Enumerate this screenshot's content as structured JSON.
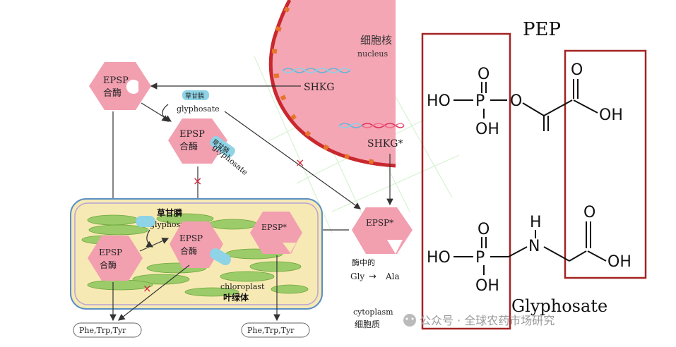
{
  "nucleus": {
    "title_cn": "细胞核",
    "title_en": "nucleus"
  },
  "genes": {
    "native": "SHKG",
    "mutant": "SHKG*"
  },
  "enzyme": {
    "line1": "EPSP",
    "line2": "合酶",
    "mutant": "EPSP*"
  },
  "glyphosate": {
    "cn": "草甘膦",
    "en": "glyphosate"
  },
  "chloroplast": {
    "en": "chloroplast",
    "cn": "叶绿体"
  },
  "cytoplasm": {
    "en": "cytoplasm",
    "cn": "细胞质"
  },
  "reaction": {
    "label": "酶中的",
    "from": "Gly",
    "arrow": "→",
    "to": "Ala"
  },
  "products": {
    "left": "Phe,Trp,Tyr",
    "right": "Phe,Trp,Tyr"
  },
  "structures": {
    "pep_title": "PEP",
    "glyphosate_title": "Glyphosate",
    "pep": {
      "ho": "HO",
      "p": "P",
      "o_top": "O",
      "oh": "OH",
      "o_bridge": "O",
      "acid_o": "O",
      "acid_oh": "OH"
    },
    "gly": {
      "ho": "HO",
      "p": "P",
      "o_top": "O",
      "oh": "OH",
      "h": "H",
      "n": "N",
      "acid_o": "O",
      "acid_oh": "OH"
    }
  },
  "watermark": "公众号 · 全球农药市场研究",
  "colors": {
    "nucleus_fill": "#f4a6b4",
    "nucleus_rim": "#c9282e",
    "pore": "#e8742a",
    "hex_fill": "#f29fb0",
    "chloroplast_bg": "#f7e9b4",
    "thylakoid": "#9ccb6a",
    "glyphosate_tag": "#8ed3e6",
    "box_red": "#a52222",
    "inhibit_x": "#d4213a",
    "arrow": "#333333"
  }
}
